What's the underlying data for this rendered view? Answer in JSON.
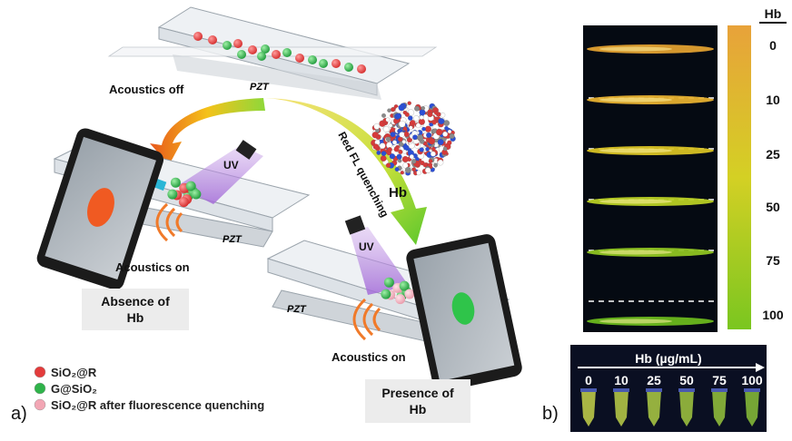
{
  "panel_a": {
    "label": "a)",
    "acoustics_off": "Acoustics off",
    "acoustics_on_left": "Acoustics on",
    "acoustics_on_right": "Acoustics on",
    "pzt_top": "PZT",
    "pzt_left": "PZT",
    "pzt_right": "PZT",
    "uv_left": "UV",
    "uv_right": "UV",
    "hb_label": "Hb",
    "arrow_text": "Red FL quenching",
    "absence_line1": "Absence of",
    "absence_line2": "Hb",
    "presence_line1": "Presence of",
    "presence_line2": "Hb",
    "legend": [
      {
        "text": "SiO₂@R",
        "color": "#e33b3b"
      },
      {
        "text": "G@SiO₂",
        "color": "#2fb34a"
      },
      {
        "text": "SiO₂@R after fluorescence quenching",
        "color": "#f2a6b4"
      }
    ]
  },
  "panel_b": {
    "label": "b)",
    "hb_header": "Hb",
    "scale_ticks": [
      "0",
      "10",
      "25",
      "50",
      "75",
      "100"
    ],
    "streak_colors": [
      "#e0a030",
      "#e6b030",
      "#d8c224",
      "#b8cf24",
      "#8fc422",
      "#6ab81e"
    ],
    "colorbar": {
      "top": "#e8a23a",
      "mid": "#d4d024",
      "bottom": "#7ac620"
    },
    "tube_header": "Hb (µg/mL)",
    "tube_labels": [
      "0",
      "10",
      "25",
      "50",
      "75",
      "100"
    ],
    "tube_colors": [
      "#c6d24a",
      "#bccf48",
      "#aecc44",
      "#a2c840",
      "#96c43c",
      "#8ac038"
    ]
  }
}
